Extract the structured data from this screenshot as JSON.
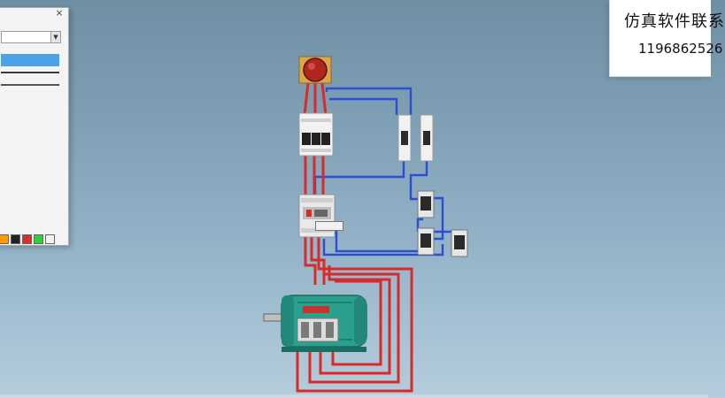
{
  "contact": {
    "title": "仿真软件联系",
    "phone": "1196862526"
  },
  "tool_panel": {
    "close_glyph": "×",
    "dropdown_arrow": "▼",
    "swatch_colors": [
      "#ff9a00",
      "#222222",
      "#d43030",
      "#2fd03a",
      "#f2f2f2"
    ]
  },
  "colors": {
    "wire_red": "#d92a2a",
    "wire_blue": "#2a4fcf",
    "motor_teal": "#2aa18e",
    "breaker_white": "#f2f2f2"
  },
  "components": {
    "indicator_lamp": "indicator-lamp",
    "main_breaker": "circuit-breaker-3p",
    "fuses": [
      "fuse-1",
      "fuse-2"
    ],
    "contactor": "ac-contactor",
    "buttons": [
      "push-button-1",
      "push-button-2",
      "push-button-3"
    ],
    "motor": "three-phase-motor"
  }
}
